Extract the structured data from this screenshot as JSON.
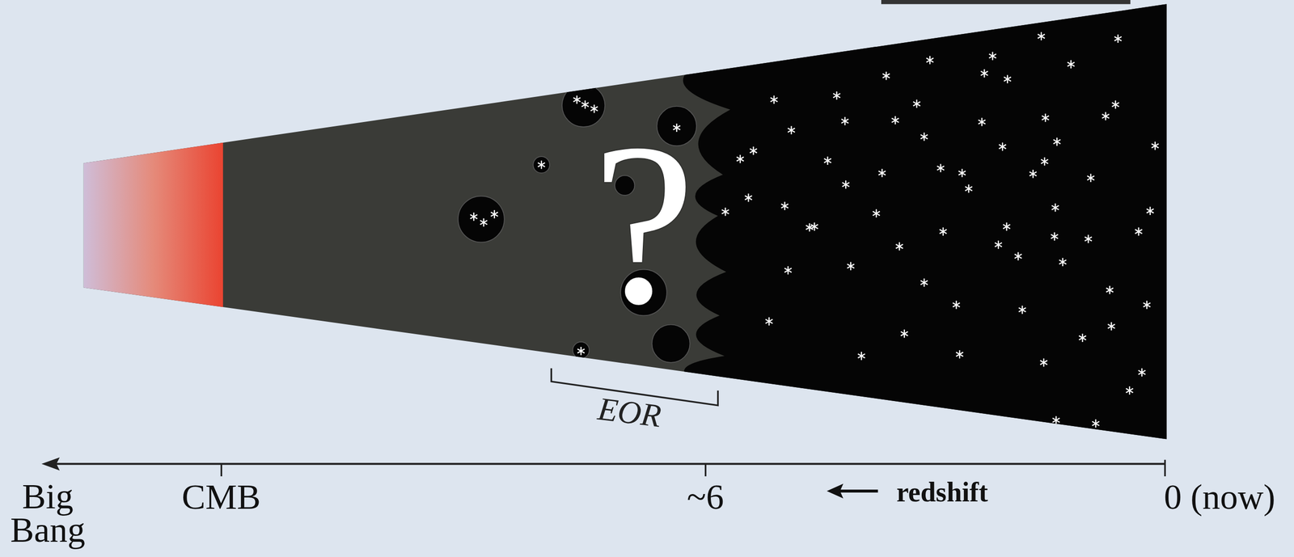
{
  "diagram": {
    "labels": [
      "?",
      "EOR",
      "Big Bang",
      "CMB",
      "~6",
      "redshift",
      "0 (now)"
    ]
  }
}
